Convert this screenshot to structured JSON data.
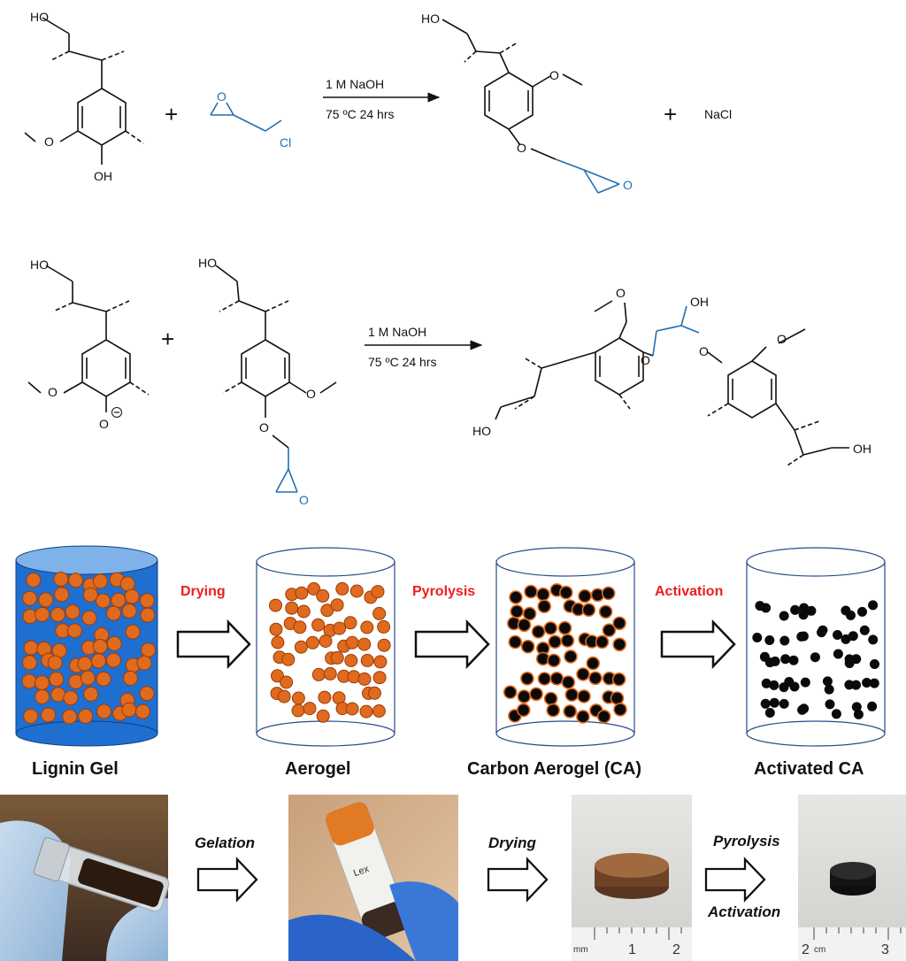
{
  "colors": {
    "ink": "#111111",
    "epoxide_blue": "#1f6fb5",
    "step_red": "#ee1c1c",
    "gel_blue": "#1e6fd0",
    "particle_orange": "#e06a1e",
    "carbon_black": "#0a0a0a"
  },
  "reaction1": {
    "reactant_labels": [
      "HO",
      "O",
      "OH"
    ],
    "epichlorohydrin_labels": [
      "O",
      "Cl"
    ],
    "reagent": "1 M NaOH",
    "conditions": "75 ºC 24 hrs",
    "product_labels": [
      "HO",
      "O",
      "O",
      "O"
    ],
    "plus": "+",
    "byproduct": "NaCl"
  },
  "reaction2": {
    "reactant_labels": [
      "HO",
      "O",
      "O",
      "⊖"
    ],
    "reactant2_labels": [
      "HO",
      "O",
      "O",
      "O"
    ],
    "plus": "+",
    "reagent": "1 M NaOH",
    "conditions": "75 ºC 24 hrs",
    "product_labels": [
      "O",
      "OH",
      "O",
      "O",
      "O",
      "HO",
      "OH"
    ]
  },
  "process": {
    "steps": [
      "Drying",
      "Pyrolysis",
      "Activation"
    ],
    "labels": [
      "Lignin Gel",
      "Aerogel",
      "Carbon Aerogel (CA)",
      "Activated CA"
    ]
  },
  "photos": {
    "steps": [
      "Gelation",
      "Drying",
      "Pyrolysis",
      "Activation"
    ],
    "vial_text": "Lex",
    "ruler1": [
      "mm",
      "1",
      "2"
    ],
    "ruler2": [
      "2",
      "cm",
      "3"
    ]
  }
}
